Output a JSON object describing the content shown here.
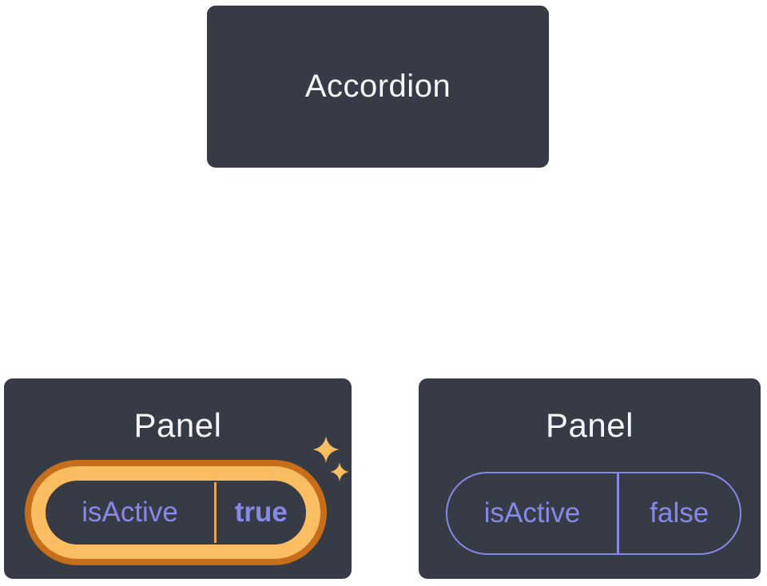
{
  "diagram": {
    "root": {
      "label": "Accordion"
    },
    "children": [
      {
        "title": "Panel",
        "prop": {
          "name": "isActive",
          "value": "true"
        },
        "highlighted": true,
        "decoration": "sparkles-icon"
      },
      {
        "title": "Panel",
        "prop": {
          "name": "isActive",
          "value": "false"
        },
        "highlighted": false
      }
    ]
  },
  "colors": {
    "background": "#FFFFFF",
    "node_fill": "#363B46",
    "node_border": "#FFFFFF",
    "connector": "#FFFFFF",
    "title_text": "#F6F7F9",
    "prop_text": "#8689E8",
    "highlight_outer": "#C76E1A",
    "highlight_inner": "#FABD62",
    "highlight_divider": "#DFA458",
    "sparkle": "#FABD62"
  }
}
